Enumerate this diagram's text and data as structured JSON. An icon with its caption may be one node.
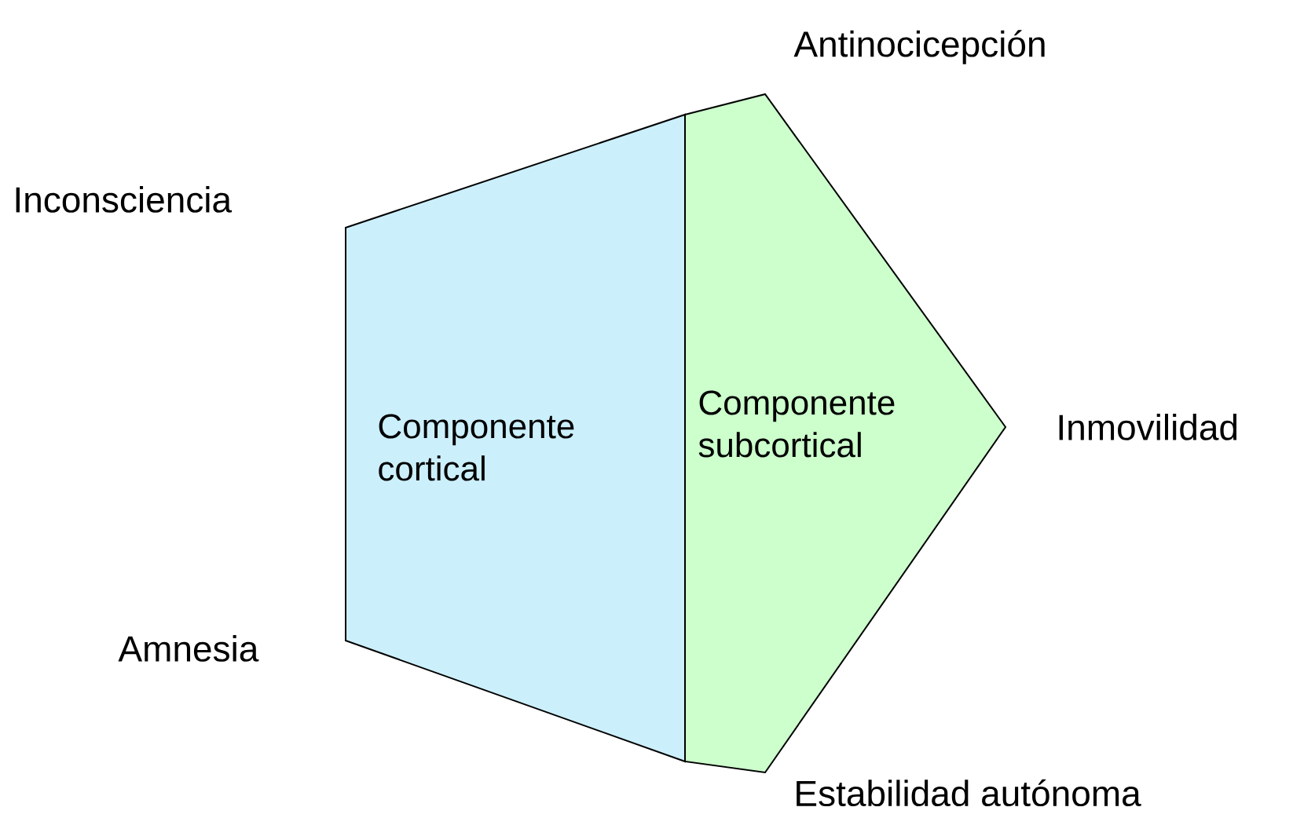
{
  "diagram": {
    "nodes": [
      {
        "text": [
          "Componente cortical"
        ]
      },
      {
        "text": [
          "Componente subcortical"
        ]
      }
    ],
    "labels": [
      "Antinocicepción",
      "Inconsciencia",
      "Inmovilidad",
      "Amnesia",
      "Estabilidad autónoma"
    ]
  }
}
